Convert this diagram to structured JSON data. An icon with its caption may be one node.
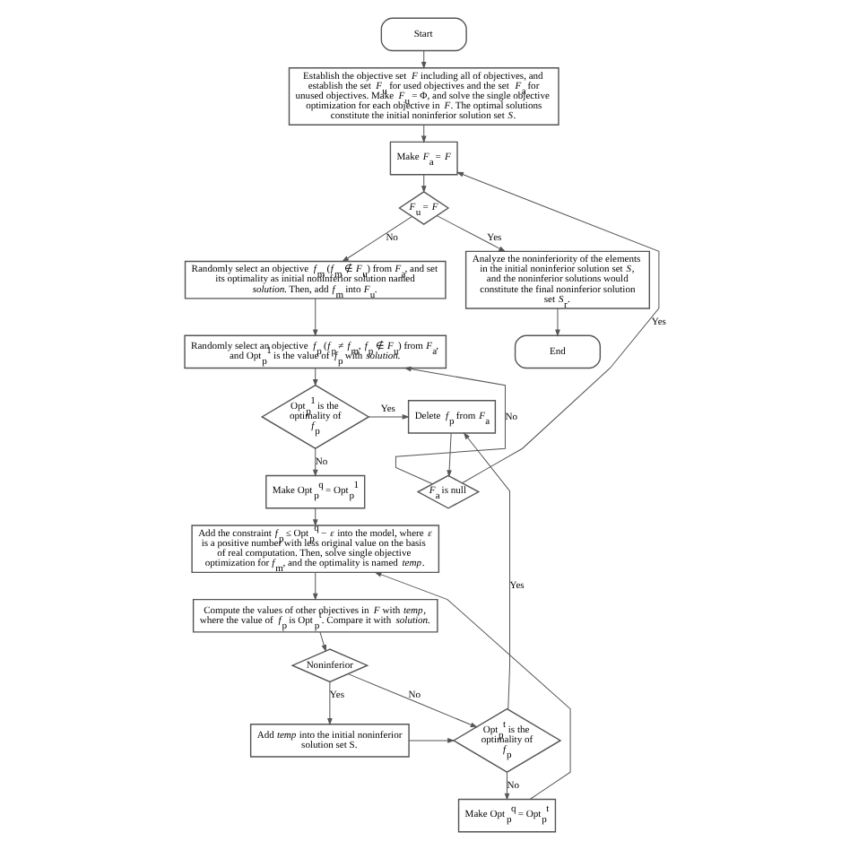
{
  "diagram": {
    "nodes": [
      {
        "text": [
          "Start"
        ]
      },
      {
        "text": [
          "Establish the objective set *F* including all of objectives, and establish the set *F*$_{u}$ for used objectives and the set *F*$_{a}$ for unused objectives. Make *F*$_{u}$ = Φ, and solve the single objective optimization for each objective in *F*. The optimal solutions constitute the initial noninferior solution set *S*."
        ]
      },
      {
        "text": [
          "Make *F*$_{a}$ = *F*"
        ]
      },
      {
        "text": [
          "*F*$_{u}$ = *F*"
        ]
      },
      {
        "text": [
          "Randomly select an objective *f*$_{m}$ (*f*$_{m}$ ∉ *F*$_{u}$) from *F*$_{a}$, and set its optimality as initial noninferior solution named *solution*. Then, add *f*$_{m}$ into *F*$_{u}$."
        ]
      },
      {
        "text": [
          "Randomly select an objective *f*$_{p}$ (*f*$_{p}$ ≠ *f*$_{m}$, *f*$_{p}$ ∉ *F*$_{u}$) from *F*$_{a}$, and Opt$_{p}$$^{1}$ is the value of *f*$_{p}$ with *solution*."
        ]
      },
      {
        "text": [
          "Opt$_{p}$$^{1}$ is the optimality of *f*$_{p}$"
        ]
      },
      {
        "text": [
          "Make Opt$_{p}$$^{q}$ = Opt$_{p}$$^{1}$"
        ]
      },
      {
        "text": [
          "Add the constraint *f*$_{p}$ ≤ Opt$_{p}$$^{q}$ − *ε* into the model, where *ε* is a positive number with less original value on the basis of real computation. Then, solve single objective optimization for *f*$_{m}$, and the optimality is named *temp*."
        ]
      },
      {
        "text": [
          "Compute the values of other objectives in *F* with *temp*, where the value of *f*$_{p}$ is Opt$_{p}$$^{t}$. Compare it with *solution*."
        ]
      },
      {
        "text": [
          "Noninferior"
        ]
      },
      {
        "text": [
          "Add *temp* into the initial noninferior solution set S."
        ]
      },
      {
        "text": [
          "Opt$_{p}$$^{t}$ is the optimality of *f*$_{p}$"
        ]
      },
      {
        "text": [
          "Make Opt$_{p}$$^{q}$ = Opt$_{p}$$^{t}$"
        ]
      },
      {
        "text": [
          "Delete *f*$_{p}$ from *F*$_{a}$"
        ]
      },
      {
        "text": [
          "*F*$_{a}$ is null"
        ]
      },
      {
        "text": [
          "Analyze the noninferiority of the elements in the initial noninferior solution set *S*, and the noninferior solutions would constitute the final noninferior solution set *S*$_{r}$."
        ]
      },
      {
        "text": [
          "End"
        ]
      }
    ],
    "edges": [
      {
        "from": 0,
        "to": 1,
        "arrow": "to"
      },
      {
        "from": 1,
        "to": 2,
        "arrow": "to"
      },
      {
        "from": 2,
        "to": 3,
        "arrow": "to"
      },
      {
        "from": 3,
        "to": 16,
        "arrow": "to",
        "label": "Yes"
      },
      {
        "from": 3,
        "to": 4,
        "arrow": "to",
        "label": "No"
      },
      {
        "from": 4,
        "to": 5,
        "arrow": "to"
      },
      {
        "from": 5,
        "to": 6,
        "arrow": "to"
      },
      {
        "from": 6,
        "to": 14,
        "arrow": "to",
        "label": "Yes"
      },
      {
        "from": 6,
        "to": 7,
        "arrow": "to",
        "label": "No"
      },
      {
        "from": 7,
        "to": 8,
        "arrow": "to"
      },
      {
        "from": 8,
        "to": 9,
        "arrow": "to"
      },
      {
        "from": 9,
        "to": 10,
        "arrow": "to"
      },
      {
        "from": 10,
        "to": 12,
        "arrow": "to",
        "label": "No"
      },
      {
        "from": 10,
        "to": 11,
        "arrow": "to",
        "label": "Yes"
      },
      {
        "from": 11,
        "to": 12,
        "arrow": "to"
      },
      {
        "from": 12,
        "to": 13,
        "arrow": "to",
        "label": "No"
      },
      {
        "from": 13,
        "to": 8,
        "arrow": "to"
      },
      {
        "from": 12,
        "to": 14,
        "arrow": "to",
        "label": "Yes"
      },
      {
        "from": 14,
        "to": 15,
        "arrow": "to"
      },
      {
        "from": 15,
        "to": 2,
        "arrow": "to",
        "label": "Yes"
      },
      {
        "from": 15,
        "to": 5,
        "arrow": "to",
        "label": "No"
      },
      {
        "from": 16,
        "to": 17,
        "arrow": "to"
      }
    ]
  }
}
